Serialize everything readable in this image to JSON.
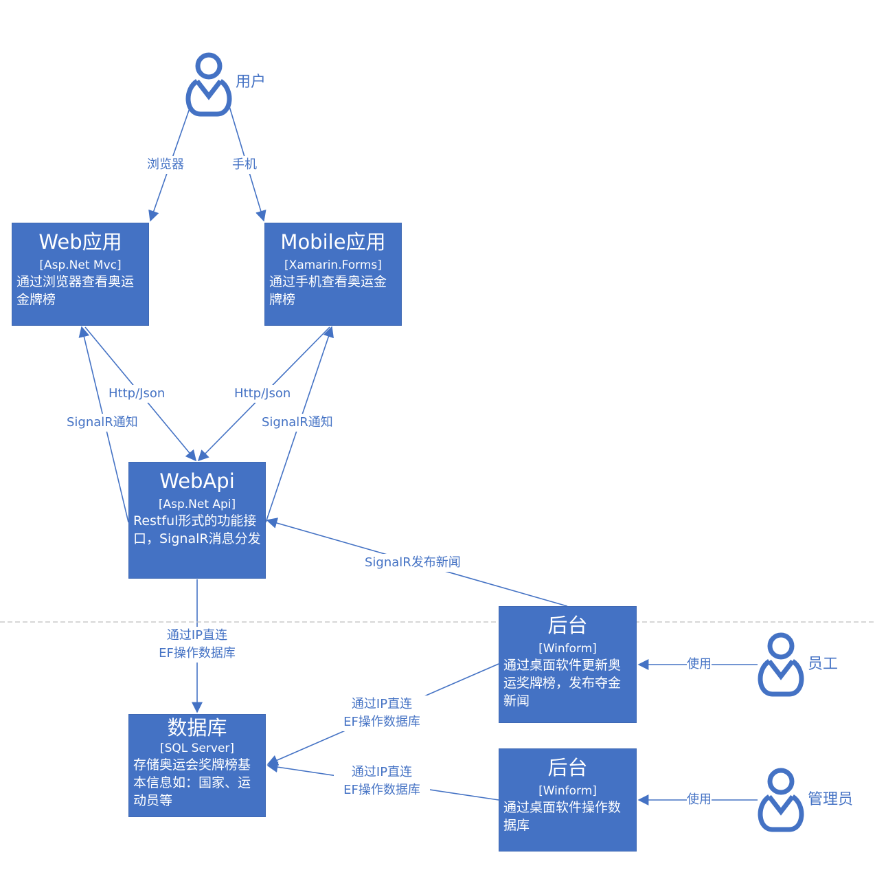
{
  "colors": {
    "accent": "#4472C4",
    "box_text": "#ffffff",
    "divider": "#BFBFBF"
  },
  "actors": {
    "user": {
      "name": "用户",
      "icon": "person-icon"
    },
    "staff": {
      "name": "员工",
      "icon": "person-icon"
    },
    "admin": {
      "name": "管理员",
      "icon": "person-icon"
    }
  },
  "boxes": {
    "web_app": {
      "title": "Web应用",
      "tech": "[Asp.Net Mvc]",
      "desc": "通过浏览器查看奥运金牌榜"
    },
    "mobile_app": {
      "title": "Mobile应用",
      "tech": "[Xamarin.Forms]",
      "desc": "通过手机查看奥运金牌榜"
    },
    "webapi": {
      "title": "WebApi",
      "tech": "[Asp.Net Api]",
      "desc": "Restful形式的功能接口，SignalR消息分发"
    },
    "database": {
      "title": "数据库",
      "tech": "[SQL Server]",
      "desc": "存储奥运会奖牌榜基本信息如：国家、运动员等"
    },
    "backend_staff": {
      "title": "后台",
      "tech": "[Winform]",
      "desc": "通过桌面软件更新奥运奖牌榜，发布夺金新闻"
    },
    "backend_admin": {
      "title": "后台",
      "tech": "[Winform]",
      "desc": "通过桌面软件操作数据库"
    }
  },
  "edges": {
    "browser": "浏览器",
    "phone": "手机",
    "http_json_web": "Http/Json",
    "http_json_mobile": "Http/Json",
    "signalr_notify_web": "SignalR通知",
    "signalr_notify_mobile": "SignalR通知",
    "signalr_news": "SignalR发布新闻",
    "api_db_line1": "通过IP直连",
    "api_db_line2": "EF操作数据库",
    "staff_db_line1": "通过IP直连",
    "staff_db_line2": "EF操作数据库",
    "admin_db_line1": "通过IP直连",
    "admin_db_line2": "EF操作数据库",
    "staff_use": "使用",
    "admin_use": "使用"
  }
}
